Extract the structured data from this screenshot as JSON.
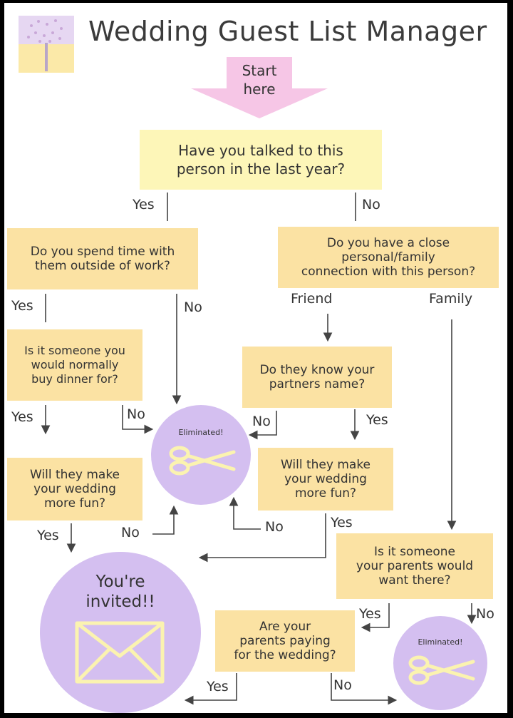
{
  "title": "Wedding Guest List Manager",
  "start": [
    "Start",
    "here"
  ],
  "q1": [
    "Have you talked to this",
    "person in the last year?"
  ],
  "q2": [
    "Do you spend time with",
    "them outside of work?"
  ],
  "q3": [
    "Do you have a close",
    "personal/family",
    "connection with this person?"
  ],
  "q4": [
    "Is it someone you",
    "would normally",
    "buy dinner for?"
  ],
  "q5": [
    "Do they know your",
    "partners name?"
  ],
  "q6": [
    "Will they make",
    "your wedding",
    "more fun?"
  ],
  "q7": [
    "Will they make",
    "your wedding",
    "more fun?"
  ],
  "q8": [
    "Is it someone",
    "your parents would",
    "want there?"
  ],
  "q9": [
    "Are your",
    "parents paying",
    "for the wedding?"
  ],
  "labels": {
    "yes": "Yes",
    "no": "No",
    "friend": "Friend",
    "family": "Family"
  },
  "eliminated": "Eliminated!",
  "invited": [
    "You're",
    "invited!!"
  ],
  "colors": {
    "yellow": "#fdf6b8",
    "peach": "#fbe2a3",
    "lavender": "#d4bff0",
    "arrow_pink": "#f6c6e6",
    "line": "#444444"
  },
  "icons": [
    "tree-icon",
    "scissors-icon",
    "envelope-icon",
    "arrow-icon"
  ]
}
